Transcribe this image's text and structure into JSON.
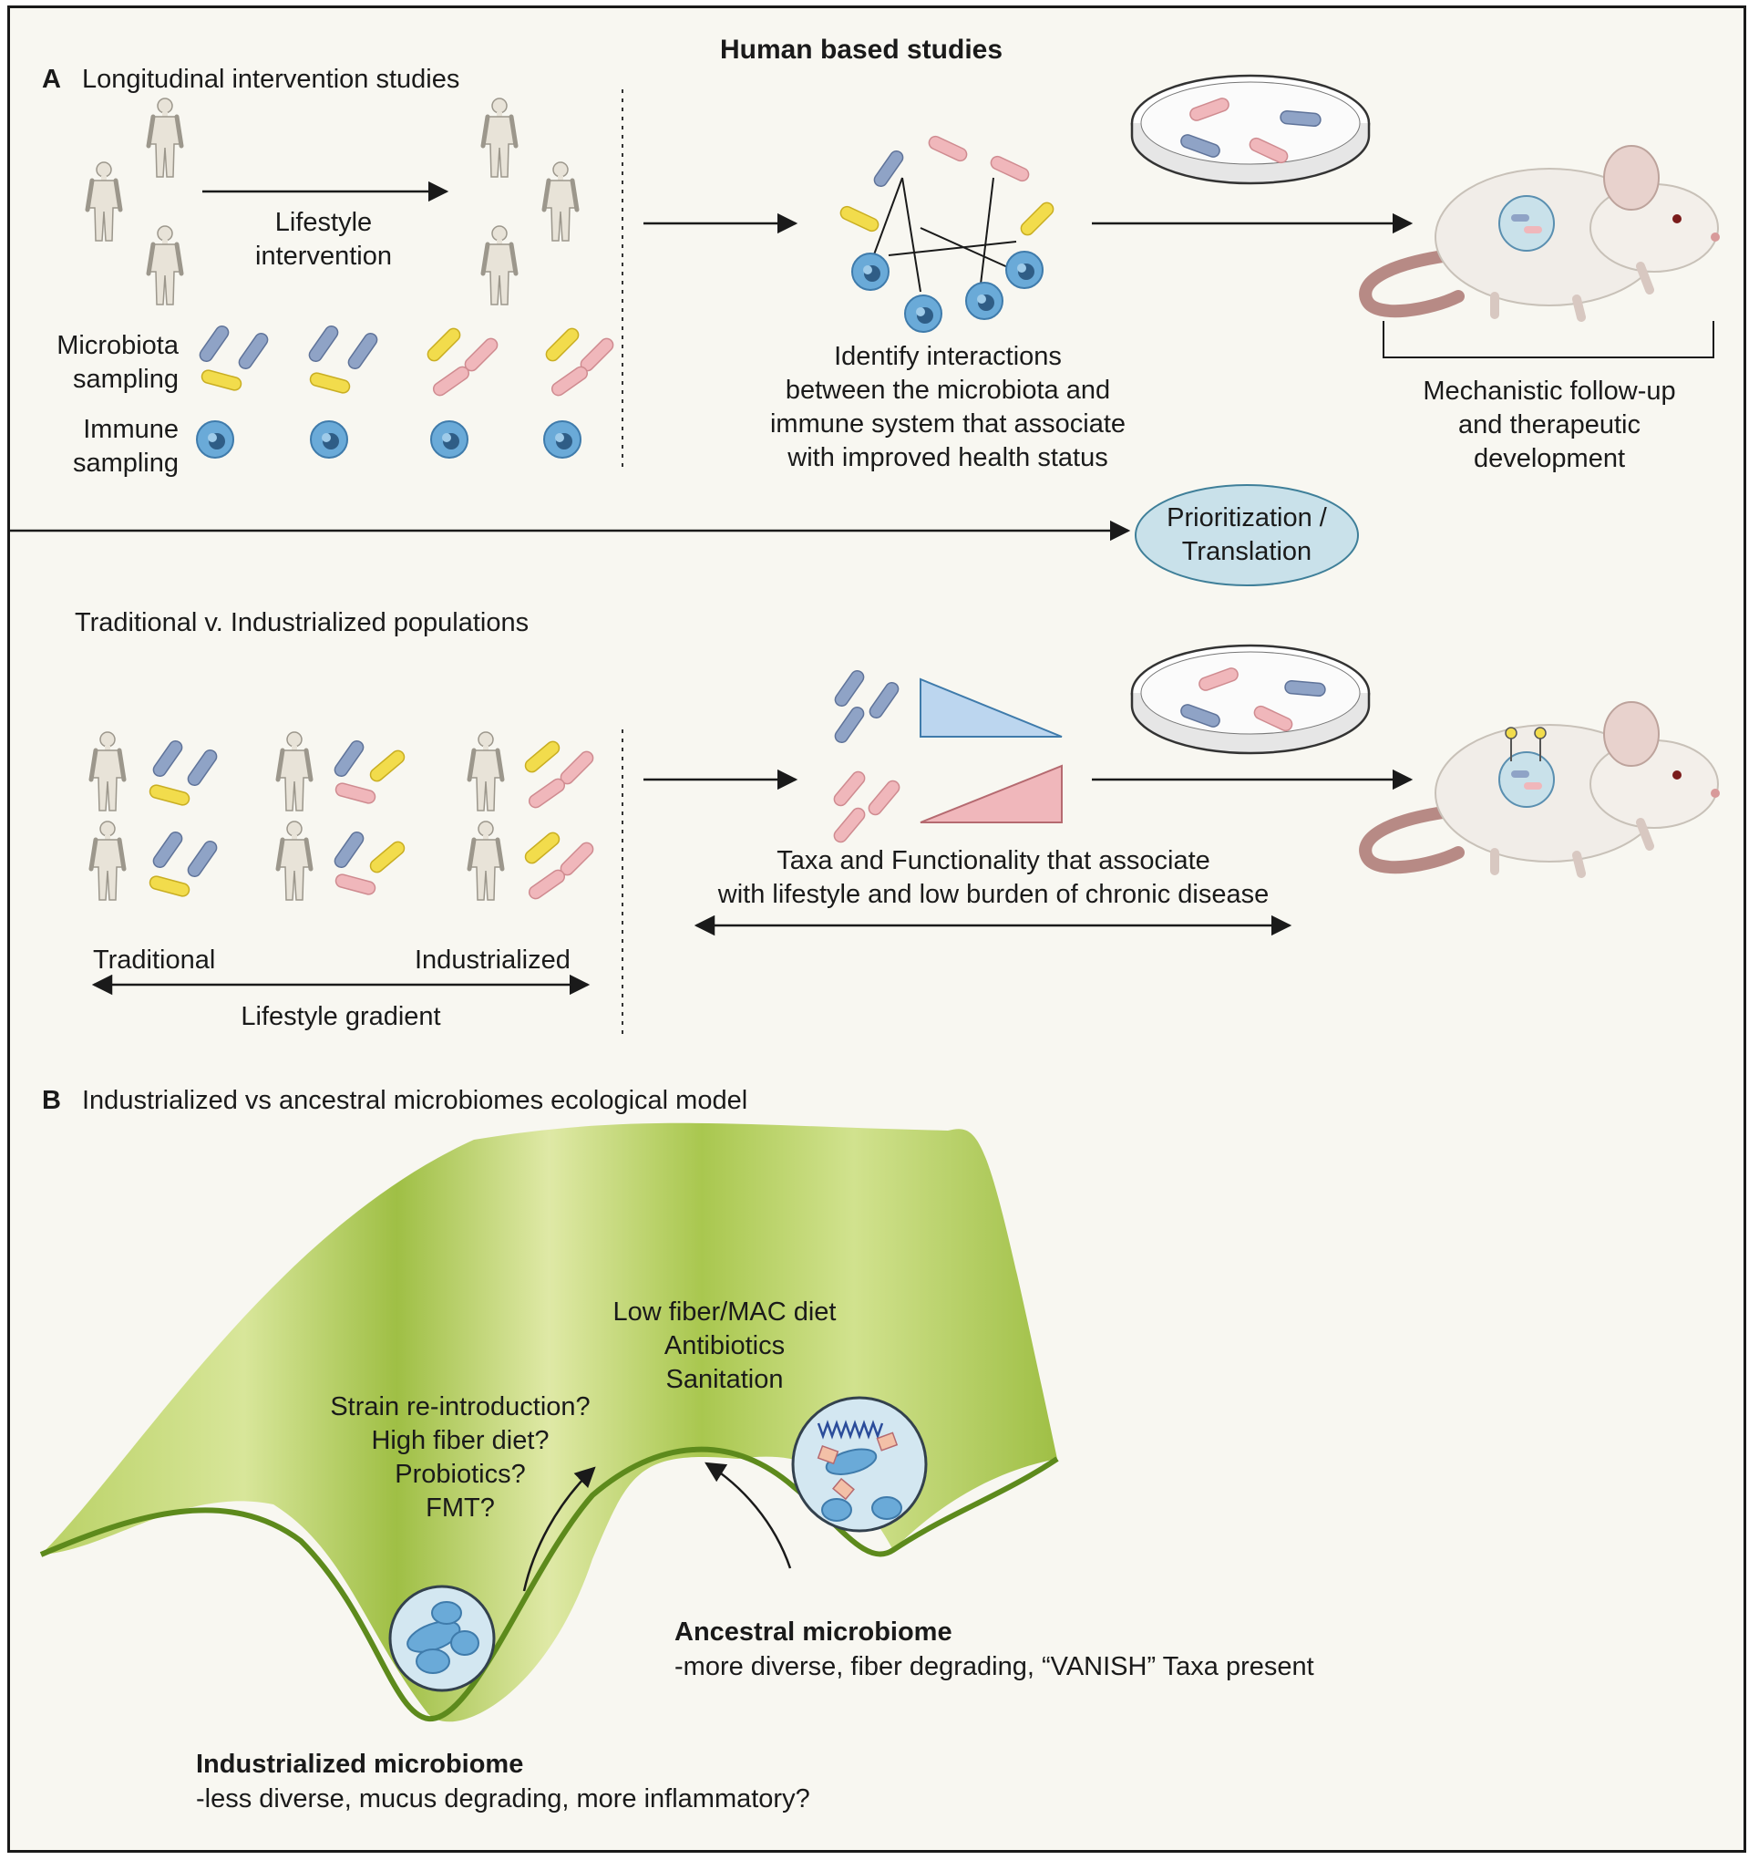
{
  "header": {
    "title": "Human based studies"
  },
  "section_a": {
    "letter": "A",
    "title": "Longitudinal intervention studies",
    "lifestyle_intervention": [
      "Lifestyle",
      "intervention"
    ],
    "microbiota_sampling": [
      "Microbiota",
      "sampling"
    ],
    "immune_sampling": [
      "Immune",
      "sampling"
    ],
    "identify_interactions": [
      "Identify interactions",
      "between the microbiota and",
      "immune system that associate",
      "with improved health status"
    ],
    "mechanistic": [
      "Mechanistic follow-up",
      "and therapeutic",
      "development"
    ],
    "prioritization": [
      "Prioritization /",
      "Translation"
    ]
  },
  "populations": {
    "title": "Traditional v. Industrialized populations",
    "traditional": "Traditional",
    "industrialized": "Industrialized",
    "gradient": "Lifestyle gradient",
    "taxa": [
      "Taxa and Functionality that associate",
      "with lifestyle and low burden of chronic disease"
    ]
  },
  "section_b": {
    "letter": "B",
    "title": "Industrialized vs ancestral microbiomes ecological model",
    "pressures": [
      "Low fiber/MAC diet",
      "Antibiotics",
      "Sanitation"
    ],
    "restorations": [
      "Strain re-introduction?",
      "High fiber diet?",
      "Probiotics?",
      "FMT?"
    ],
    "ancestral_title": "Ancestral microbiome",
    "ancestral_desc": "-more diverse, fiber degrading, “VANISH” Taxa present",
    "industrialized_title": "Industrialized microbiome",
    "industrialized_desc": "-less diverse, mucus degrading, more inflammatory?"
  },
  "colors": {
    "background": "#f8f7f1",
    "bacteria_blue": "#8fa3c6",
    "bacteria_yellow": "#f2dc4c",
    "bacteria_pink": "#f0b7bb",
    "immune_cell": "#6aaad8",
    "landscape_light": "#d8e69a",
    "landscape_dark": "#8fb33a",
    "ellipse": "#c9e1ea"
  }
}
